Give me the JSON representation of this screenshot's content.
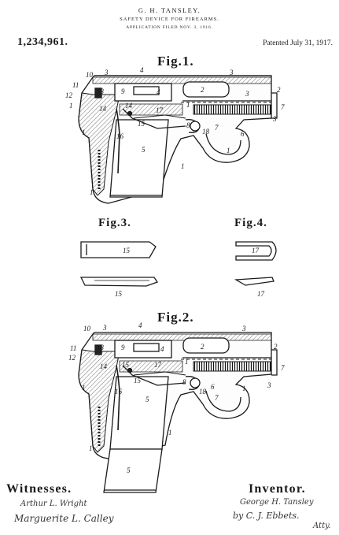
{
  "header": {
    "inventor_name": "G. H. TANSLEY.",
    "title": "SAFETY DEVICE FOR FIREARMS.",
    "application_filed": "APPLICATION FILED NOV. 3, 1916.",
    "patent_number": "1,234,961.",
    "patent_date": "Patented July 31, 1917."
  },
  "figures": {
    "fig1": "Fig.1.",
    "fig2": "Fig.2.",
    "fig3": "Fig.3.",
    "fig4": "Fig.4."
  },
  "ref_numerals": {
    "n1": "1",
    "n2": "2",
    "n3": "3",
    "n4": "4",
    "n5": "5",
    "n6": "6",
    "n7": "7",
    "n8": "8",
    "n9": "9",
    "n10": "10",
    "n11": "11",
    "n12": "12",
    "n13": "13",
    "n14": "14",
    "n15": "15",
    "n16": "16",
    "n17": "17",
    "n18": "18"
  },
  "footer": {
    "witnesses_label": "Witnesses.",
    "inventor_label": "Inventor.",
    "witness_1": "Arthur L. Wright",
    "witness_2": "Marguerite L. Calley",
    "inventor_signature": "George H. Tansley",
    "attorney_by": "by C. J. Ebbets.",
    "attorney_abbr": "Atty."
  }
}
